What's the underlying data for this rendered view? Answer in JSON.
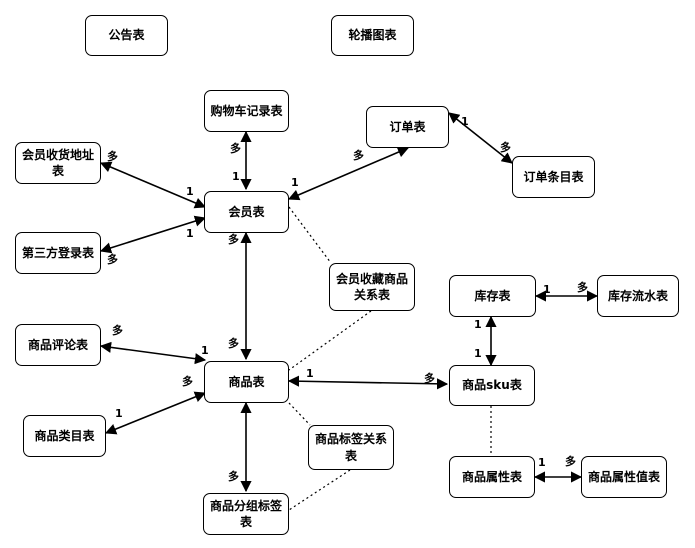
{
  "nodes": {
    "notice": "公告表",
    "carousel": "轮播图表",
    "cart": "购物车记录表",
    "order": "订单表",
    "order_item": "订单条目表",
    "address": "会员收货地址表",
    "member": "会员表",
    "third_party": "第三方登录表",
    "fav": "会员收藏商品关系表",
    "stock": "库存表",
    "stock_flow": "库存流水表",
    "review": "商品评论表",
    "product": "商品表",
    "sku": "商品sku表",
    "category": "商品类目表",
    "tag_rel": "商品标签关系表",
    "attr": "商品属性表",
    "attr_val": "商品属性值表",
    "group_tag": "商品分组标签表"
  },
  "edges": [
    {
      "id": "cart-member",
      "from": "cart",
      "to": "member",
      "from_card": "多",
      "to_card": "1",
      "style": "solid"
    },
    {
      "id": "address-member",
      "from": "address",
      "to": "member",
      "from_card": "多",
      "to_card": "1",
      "style": "solid"
    },
    {
      "id": "third-member",
      "from": "third_party",
      "to": "member",
      "from_card": "多",
      "to_card": "1",
      "style": "solid"
    },
    {
      "id": "order-member",
      "from": "order",
      "to": "member",
      "from_card": "多",
      "to_card": "1",
      "style": "solid"
    },
    {
      "id": "order-item",
      "from": "order",
      "to": "order_item",
      "from_card": "1",
      "to_card": "多",
      "style": "solid"
    },
    {
      "id": "member-product",
      "from": "member",
      "to": "product",
      "from_card": "多",
      "to_card": "多",
      "style": "solid"
    },
    {
      "id": "review-product",
      "from": "review",
      "to": "product",
      "from_card": "多",
      "to_card": "1",
      "style": "solid"
    },
    {
      "id": "category-product",
      "from": "category",
      "to": "product",
      "from_card": "1",
      "to_card": "多",
      "style": "solid"
    },
    {
      "id": "product-sku",
      "from": "product",
      "to": "sku",
      "from_card": "1",
      "to_card": "多",
      "style": "solid"
    },
    {
      "id": "stock-sku",
      "from": "stock",
      "to": "sku",
      "from_card": "1",
      "to_card": "1",
      "style": "solid"
    },
    {
      "id": "stock-flow",
      "from": "stock",
      "to": "stock_flow",
      "from_card": "1",
      "to_card": "多",
      "style": "solid"
    },
    {
      "id": "attr-val",
      "from": "attr",
      "to": "attr_val",
      "from_card": "1",
      "to_card": "多",
      "style": "solid"
    },
    {
      "id": "product-grouptag",
      "from": "product",
      "to": "group_tag",
      "from_card": "",
      "to_card": "多",
      "style": "solid"
    },
    {
      "id": "member-fav",
      "from": "member",
      "to": "fav",
      "style": "dotted"
    },
    {
      "id": "fav-product",
      "from": "fav",
      "to": "product",
      "style": "dotted"
    },
    {
      "id": "product-tagrel",
      "from": "product",
      "to": "tag_rel",
      "style": "dotted"
    },
    {
      "id": "tagrel-grouptag",
      "from": "tag_rel",
      "to": "group_tag",
      "style": "dotted"
    },
    {
      "id": "sku-attr",
      "from": "sku",
      "to": "attr",
      "style": "dotted"
    }
  ]
}
